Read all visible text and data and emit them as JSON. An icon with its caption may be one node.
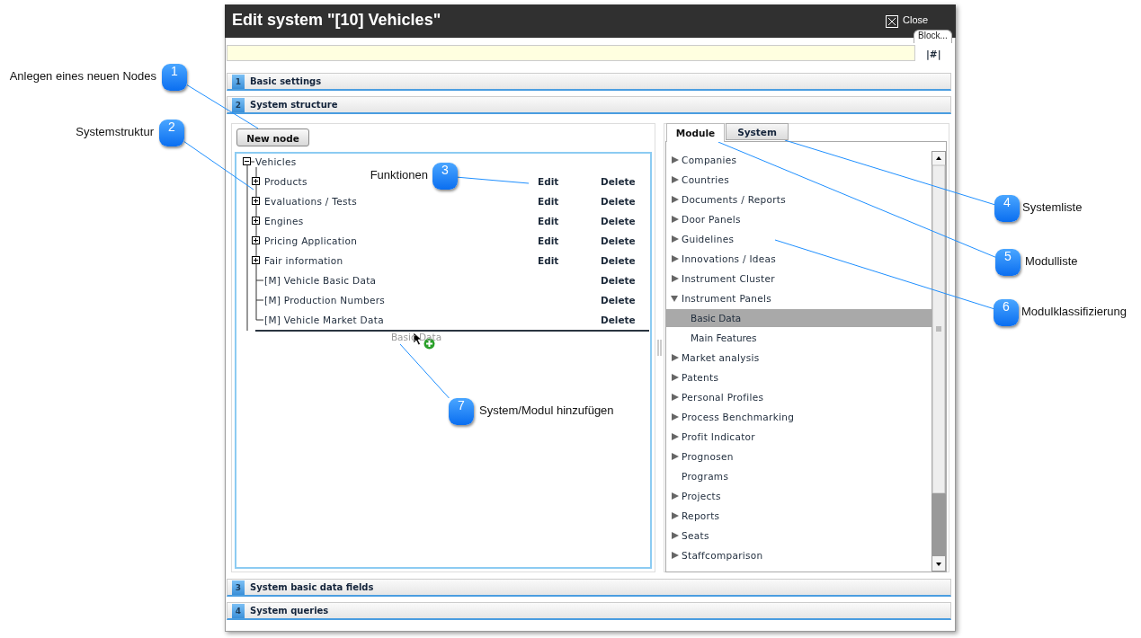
{
  "diagram": {
    "title": "Edit system \"[10] Vehicles\"",
    "nodes": [
      {
        "text": [
          "1"
        ],
        "beside": [
          "Anlegen eines neuen Nodes"
        ]
      },
      {
        "text": [
          "2"
        ],
        "beside": [
          "Systemstruktur"
        ]
      },
      {
        "text": [
          "New node"
        ]
      },
      {
        "text": [
          "3"
        ],
        "beside": [
          "Funktionen"
        ]
      },
      {
        "text": [
          "Module"
        ]
      },
      {
        "text": [
          "System"
        ]
      },
      {
        "text": [
          "4"
        ],
        "beside": [
          "Systemliste"
        ]
      },
      {
        "text": [
          "5"
        ],
        "beside": [
          "Modulliste"
        ]
      },
      {
        "text": [
          "6"
        ],
        "beside": [
          "Modulklassifizierung"
        ]
      },
      {
        "text": [
          "Basic Data"
        ]
      },
      {
        "text": [
          "7"
        ],
        "beside": [
          "System/Modul hinzufügen"
        ]
      }
    ],
    "edges": [
      {
        "from": 0,
        "to": 2,
        "arrow": "none"
      },
      {
        "from": 1,
        "to": null,
        "arrow": "none"
      },
      {
        "from": 3,
        "to": null,
        "arrow": "none"
      },
      {
        "from": 6,
        "to": 5,
        "arrow": "none"
      },
      {
        "from": 7,
        "to": 4,
        "arrow": "none"
      },
      {
        "from": 8,
        "to": null,
        "arrow": "none"
      },
      {
        "from": 10,
        "to": 9,
        "arrow": "none"
      }
    ],
    "labels": [
      "Close",
      "Block...",
      "|#|",
      "1",
      "Basic settings",
      "2",
      "System structure",
      "Vehicles",
      "Products",
      "Edit",
      "Delete",
      "Evaluations / Tests",
      "Edit",
      "Delete",
      "Engines",
      "Edit",
      "Delete",
      "Pricing Application",
      "Edit",
      "Delete",
      "Fair information",
      "Edit",
      "Delete",
      "[M] Vehicle Basic Data",
      "Delete",
      "[M] Production Numbers",
      "Delete",
      "[M] Vehicle Market Data",
      "Delete",
      "Companies",
      "Countries",
      "Documents / Reports",
      "Door Panels",
      "Guidelines",
      "Innovations / Ideas",
      "Instrument Cluster",
      "Instrument Panels",
      "Basic Data",
      "Main Features",
      "Market analysis",
      "Patents",
      "Personal Profiles",
      "Process Benchmarking",
      "Profit Indicator",
      "Prognosen",
      "Programs",
      "Projects",
      "Reports",
      "Seats",
      "Staffcomparison",
      "3",
      "System basic data fields",
      "4",
      "System queries"
    ]
  }
}
